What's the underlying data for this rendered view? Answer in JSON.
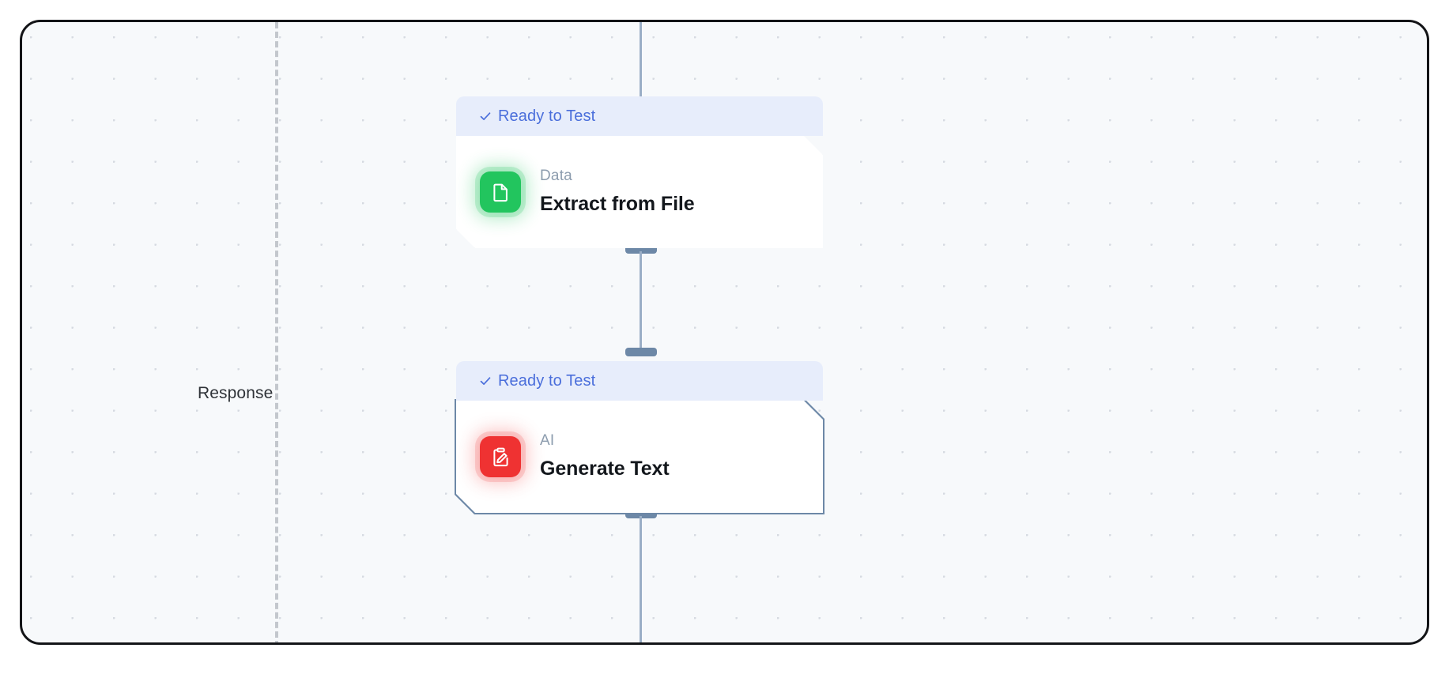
{
  "canvas": {
    "lane": {
      "label": "Response"
    },
    "grid": "dot-grid",
    "background_color": "#f7f9fb",
    "border_color": "#131417"
  },
  "nodes": [
    {
      "status_label": "Ready to Test",
      "status_icon": "check-icon",
      "status_color": "#4a6edb",
      "kind": "Data",
      "title": "Extract from File",
      "icon": "file-document-icon",
      "icon_color": "#22c55e",
      "selected": false
    },
    {
      "status_label": "Ready to Test",
      "status_icon": "check-icon",
      "status_color": "#4a6edb",
      "kind": "AI",
      "title": "Generate Text",
      "icon": "clipboard-pencil-icon",
      "icon_color": "#ef3232",
      "selected": true
    }
  ],
  "connectors": {
    "handle_color": "#6d88a7",
    "edge_color": "#9aaec6"
  }
}
